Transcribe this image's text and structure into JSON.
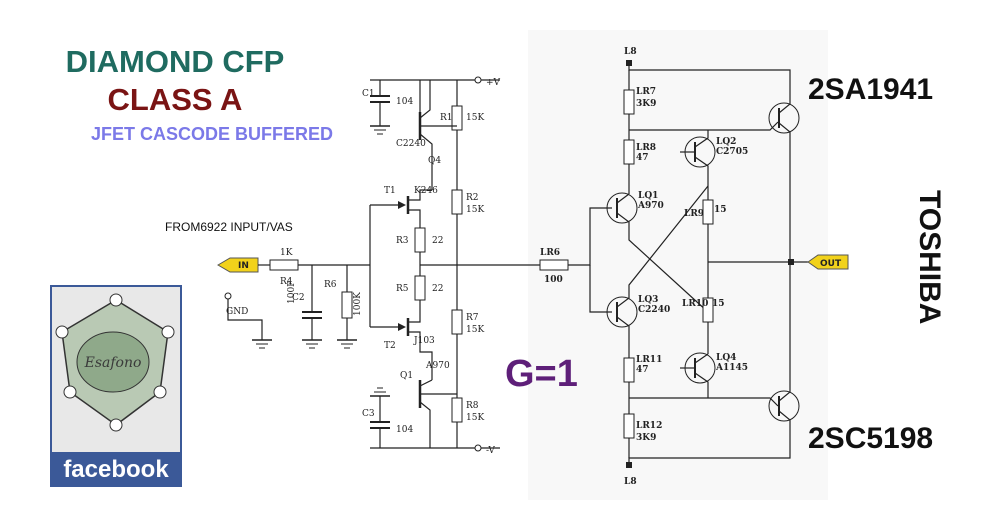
{
  "title": {
    "line1": "DIAMOND CFP",
    "line2": "CLASS A",
    "line3": "JFET CASCODE BUFFERED"
  },
  "colors": {
    "title1": "#1f6b60",
    "title2": "#7a1414",
    "title3": "#7b79e8",
    "gain": "#5e1f79",
    "facebook": "#3b5998",
    "port": "#f2d21b"
  },
  "labels": {
    "from": "FROM6922 INPUT/VAS",
    "in_port": "IN",
    "out_port": "OUT",
    "gnd": "GND",
    "vplus": "+V",
    "vminus": "-V",
    "gain": "G=1",
    "top_transistor": "2SA1941",
    "bottom_transistor": "2SC5198",
    "brand": "TOSHIBA",
    "facebook": "facebook",
    "signature": "Esafono"
  },
  "components": {
    "c1": "C1",
    "c1v": "104",
    "c3": "C3",
    "c3v": "104",
    "c2": "C2",
    "c2v": "100P",
    "r1": "R1",
    "r1v": "15K",
    "r2": "R2",
    "r2v": "15K",
    "r3": "R3",
    "r3v": "22",
    "r4": "R4",
    "r4v": "1K",
    "r5": "R5",
    "r5v": "22",
    "r6": "R6",
    "r6v": "100K",
    "r7": "R7",
    "r7v": "15K",
    "r8": "R8",
    "r8v": "15K",
    "q4": "Q4",
    "q4v": "C2240",
    "q1": "Q1",
    "q1v": "A970",
    "t1": "T1",
    "t1v": "K246",
    "t2": "T2",
    "t2v": "J103",
    "lr6": "LR6",
    "lr6v": "100",
    "lr7": "LR7",
    "lr7v": "3K9",
    "lr8": "LR8",
    "lr8v": "47",
    "lr9": "LR9",
    "lr9v": "15",
    "lr10": "LR10",
    "lr10v": "15",
    "lr11": "LR11",
    "lr11v": "47",
    "lr12": "LR12",
    "lr12v": "3K9",
    "lq1": "LQ1",
    "lq1v": "A970",
    "lq2": "LQ2",
    "lq2v": "C2705",
    "lq3": "LQ3",
    "lq3v": "C2240",
    "lq4": "LQ4",
    "lq4v": "A1145",
    "l8_top": "L8",
    "l8_bot": "L8"
  }
}
